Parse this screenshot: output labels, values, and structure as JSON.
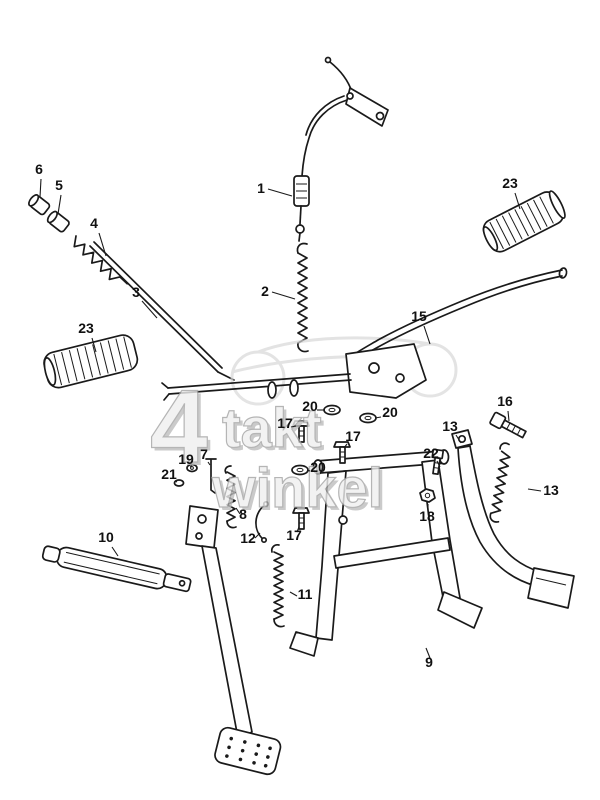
{
  "diagram": {
    "background": "#ffffff",
    "line_color": "#1a1a1a",
    "watermark_color": "#bdbdbd",
    "watermark": {
      "part1": "4",
      "part2": "takt",
      "part3": "winkel"
    },
    "labels": [
      {
        "text": "1"
      },
      {
        "text": "2"
      },
      {
        "text": "3"
      },
      {
        "text": "4"
      },
      {
        "text": "5"
      },
      {
        "text": "6"
      },
      {
        "text": "23"
      },
      {
        "text": "23"
      },
      {
        "text": "15"
      },
      {
        "text": "16"
      },
      {
        "text": "13"
      },
      {
        "text": "13"
      },
      {
        "text": "22"
      },
      {
        "text": "18"
      },
      {
        "text": "20"
      },
      {
        "text": "20"
      },
      {
        "text": "20"
      },
      {
        "text": "17"
      },
      {
        "text": "17"
      },
      {
        "text": "17"
      },
      {
        "text": "7"
      },
      {
        "text": "19"
      },
      {
        "text": "21"
      },
      {
        "text": "8"
      },
      {
        "text": "12"
      },
      {
        "text": "10"
      },
      {
        "text": "11"
      },
      {
        "text": "9"
      }
    ]
  }
}
